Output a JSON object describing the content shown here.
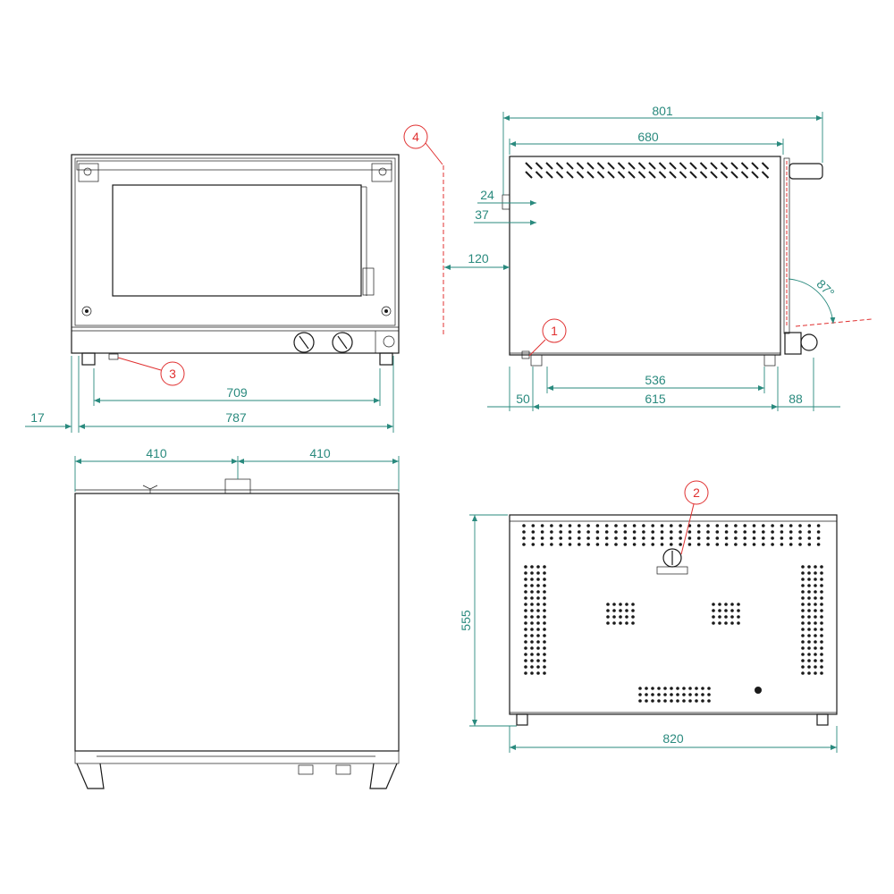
{
  "colors": {
    "line": "#1a1a1a",
    "dimension": "#2a8a7e",
    "callout": "#e03030"
  },
  "front_view": {
    "width_total": "787",
    "width_feet": "709",
    "left_offset": "17",
    "callout": "3"
  },
  "side_view": {
    "depth_overall": "801",
    "depth_body": "680",
    "pipe_24": "24",
    "pipe_37": "37",
    "clearance": "120",
    "door_angle": "87°",
    "feet_inner": "536",
    "feet_outer": "615",
    "rear_offset": "50",
    "front_offset": "88",
    "callout_1": "1",
    "callout_4": "4"
  },
  "top_view": {
    "half_left": "410",
    "half_right": "410"
  },
  "rear_view": {
    "height": "555",
    "width": "820",
    "callout": "2"
  }
}
